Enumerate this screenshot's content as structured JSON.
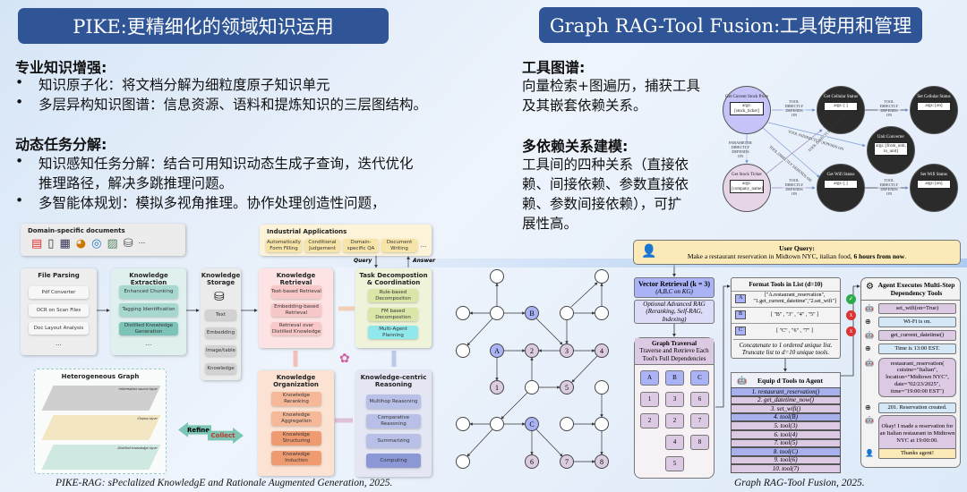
{
  "left": {
    "title": "PIKE:更精细化的领域知识运用",
    "sec1": {
      "heading": "专业知识增强:",
      "bullets": [
        "知识原子化：将文档分解为细粒度原子知识单元",
        "多层异构知识图谱：信息资源、语料和提炼知识的三层图结构。"
      ]
    },
    "sec2": {
      "heading": "动态任务分解:",
      "bullets": [
        "知识感知任务分解：结合可用知识动态生成子查询，迭代优化",
        "推理路径，解决多跳推理问题。",
        "多智能体规划：模拟多视角推理。协作处理创造性问题，"
      ]
    },
    "caption": "PIKE-RAG: sPeclalized KnowledgE and Rationale Augmented Generation, 2025."
  },
  "pike": {
    "docs": {
      "title": "Domain-specific documents",
      "icons": [
        "pdf-icon",
        "text-file-icon",
        "spreadsheet-icon",
        "chart-file-icon",
        "web-page-icon",
        "image-icon",
        "database-icon"
      ],
      "more": "..."
    },
    "file_parsing": {
      "title": "File Parsing",
      "items": [
        "Pdf Converter",
        "OCR on Scan Files",
        "Doc Layout Analysis"
      ],
      "more": "..."
    },
    "extraction": {
      "title": "Knowledge Extraction",
      "items": [
        "Enhanced Chunking",
        "Tagging Identification",
        "Distilled Knowledge Generation"
      ],
      "more": "..."
    },
    "storage": {
      "title": "Knowledge Storage",
      "items": [
        "Text",
        "Embedding",
        "Image/table",
        "Knowledge"
      ]
    },
    "graph": {
      "title": "Heterogeneous Graph",
      "layers": [
        "Information source layer",
        "Corpus layer",
        "Distilled knowledge layer"
      ]
    },
    "refine": "Refine",
    "collect": "Collect",
    "industrial": {
      "title": "Industrial Applications",
      "items": [
        "Automatically Form Filling",
        "Conditional Judgement",
        "Domain-specific QA",
        "Document Writing"
      ],
      "more": "..."
    },
    "query": "Query",
    "answer": "Answer",
    "retrieval": {
      "title": "Knowledge Retrieval",
      "items": [
        "Text-based Retrieval",
        "Embedding-based Retrieval",
        "Retrieval over Distilled Knowledge"
      ]
    },
    "task": {
      "title": "Task Decompostion & Coordination",
      "items": [
        "Rule-based Decompositon",
        "FM based Decompostion",
        "Multi-Agent Planning"
      ]
    },
    "organization": {
      "title": "Knowledge Organization",
      "items": [
        "Knowledge Reranking",
        "Knowledge Aggregation",
        "Knowledge Structuring",
        "Knowledge Induction"
      ]
    },
    "reasoning": {
      "title": "Knowledge-centric Reasoning",
      "items": [
        "Multihop Reasoning",
        "Comparative Reasoning",
        "Summarizing",
        "Computing"
      ]
    }
  },
  "right": {
    "title": "Graph RAG-Tool Fusion:工具使用和管理",
    "sec1": {
      "heading": "工具图谱:",
      "lines": [
        "向量检索+图遍历，捕获工具",
        "及其嵌套依赖关系。"
      ]
    },
    "sec2": {
      "heading": "多依赖关系建模:",
      "lines": [
        "工具间的四种关系（直接依",
        "赖、间接依赖、参数直接依",
        "赖、参数间接依赖），可扩",
        "展性高。"
      ]
    },
    "caption": "Graph RAG-Tool Fusion, 2025."
  },
  "tool_graph": {
    "nodes": [
      {
        "name": "Get Current Stock Price",
        "args": "args: [stock_ticker]",
        "color": "#c5c3f7"
      },
      {
        "name": "Get Cellular Status",
        "args": "args: [ ]",
        "color": "#2b2b2b"
      },
      {
        "name": "Set Cellular Status",
        "args": "args: [on]",
        "color": "#2b2b2b"
      },
      {
        "name": "Unit Converter",
        "args": "args: [from_unit, to_unit]",
        "color": "#2b2b2b"
      },
      {
        "name": "Get Stock Ticker",
        "args": "args: [company_name]",
        "color": "#e6d5e6"
      },
      {
        "name": "Get Wifi Status",
        "args": "args: [ ]",
        "color": "#2b2b2b"
      },
      {
        "name": "Set Wifi Status",
        "args": "args: [on]",
        "color": "#2b2b2b"
      }
    ],
    "edge_labels": [
      "TOOL DIRECTLY DEPENDS ON",
      "TOOL DIRECTLY DEPENDS ON",
      "TOOL INDIRECTLY DEPENDS ON",
      "PARAMETER DIRECTLY DEPENDS ON",
      "TOOL DIRECTLY DEPENDS ON",
      "TOOL DIRECTLY DEPENDS ON",
      "TOOL DIRECTLY DEPENDS ON",
      "TOOL DIRECTLY DEPENDS ON"
    ]
  },
  "kg": {
    "labels": [
      "B",
      "A",
      "2",
      "3",
      "4",
      "1",
      "5",
      "C",
      "6",
      "7",
      "8"
    ]
  },
  "fusion": {
    "user_query": {
      "title": "User Query:",
      "text": "Make a restaurant reservation in Midtown NYC,  italian food, ",
      "bold": "6 hours from now",
      "end": "."
    },
    "vector": {
      "title": "Vector Retrieval (k = 3)",
      "sub": "(A,B,C on KG)"
    },
    "optional": "Optional Advanced RAG (Reranking, Self-RAG, Indexing)",
    "traversal": {
      "title": "Graph Traversal",
      "sub": "Traverse and Retrieve Each Tool's Full Dependencies",
      "columns": [
        [
          "A",
          "1",
          "2"
        ],
        [
          "B",
          "3",
          "2",
          "4",
          "5"
        ],
        [
          "C",
          "6",
          "7",
          "8"
        ]
      ]
    },
    "format": {
      "title": "Format Tools in List (d=10)",
      "rows": [
        {
          "key": "A",
          "text": "[\"A.restaurant_reservation\", \"1.get_current_datetime\",\"2.set_wifi\"]",
          "status": "check"
        },
        {
          "key": "B",
          "text": "[ \"B\" , \"3\" , \"4\" , \"5\" ]",
          "status": "x"
        },
        {
          "key": "C",
          "text": "[ \"C\" , \"6\" , \"7\" ]",
          "status": "x"
        }
      ],
      "note": "Concatenate to 1 ordered unique list. Truncate list to d=10 unique tools."
    },
    "equip": {
      "title": "Equip d Tools to Agent",
      "tools": [
        "1. restaurant_reservation()",
        "2. get_datetime_now()",
        "3. set_wifi()",
        "4. tool(B)",
        "5. tool(3)",
        "6. tool(4)",
        "7. tool(5)",
        "8. tool(C)",
        "9. tool(6)",
        "10. tool(7)"
      ],
      "highlight": [
        0,
        3,
        7
      ]
    },
    "agent": {
      "title": "Agent Executes Multi-Step Dependency Tools",
      "steps": [
        {
          "icon": "robot-icon",
          "text": "set_wifi(on=True)",
          "kind": "call"
        },
        {
          "icon": "globe-icon",
          "text": "Wi-Fi is on.",
          "kind": "result"
        },
        {
          "icon": "robot-icon",
          "text": "get_current_datetime()",
          "kind": "call"
        },
        {
          "icon": "globe-icon",
          "text": "Time is 13:00 EST.",
          "kind": "result"
        },
        {
          "icon": "robot-icon",
          "text": "restaurant_reservation( cuisine=\"Italian\", location=\"Midtown NYC\", date=\"02/23/2025\", time=\"19:00:00 EST\")",
          "kind": "call"
        },
        {
          "icon": "globe-icon",
          "text": "201. Reservation created.",
          "kind": "result"
        },
        {
          "icon": "robot-icon",
          "text": "Okay! I made a reservation for an Italian restaurant in Midtown NYC at 19:00:00.",
          "kind": "call"
        },
        {
          "icon": "user-icon",
          "text": "Thanks agent!",
          "kind": "user"
        }
      ]
    }
  },
  "colors": {
    "title_bar": "#2f5597",
    "kg_query_node": "#aab3f5",
    "kg_dep_node": "#dcccdf",
    "call": "#dcc9e3",
    "result": "#d5e8f8",
    "user": "#fbeab8",
    "equip_highlight": "#a9b0ee"
  }
}
